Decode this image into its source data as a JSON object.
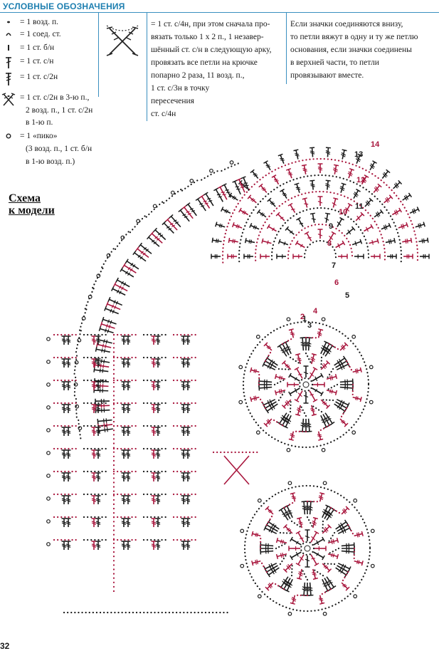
{
  "legend": {
    "title": "УСЛОВНЫЕ ОБОЗНАЧЕНИЯ",
    "items": [
      {
        "icon": "chain-stitch-icon",
        "label": "= 1 возд. п."
      },
      {
        "icon": "slip-stitch-icon",
        "label": "= 1 соед. ст."
      },
      {
        "icon": "single-crochet-icon",
        "label": "= 1 ст. б/н"
      },
      {
        "icon": "double-crochet-icon",
        "label": "= 1 ст. с/н"
      },
      {
        "icon": "treble-crochet-icon",
        "label": "= 1 ст. с/2н"
      }
    ],
    "cluster": {
      "icon": "treble-cluster-icon",
      "lines": [
        "= 1 ст. с/2н в 3-ю п.,",
        "2 возд. п., 1 ст. с/2н",
        "в 1-ю п."
      ]
    },
    "picot": {
      "icon": "picot-icon",
      "lines": [
        "= 1 «пико»",
        "(3 возд. п., 1 ст. б/н",
        "в 1-ю возд. п.)"
      ]
    },
    "crossed": {
      "icon": "crossed-treble-icon",
      "lines": [
        "= 1 ст. с/4н, при этом сначала про-",
        "вязать только 1 х 2 п., 1 незавер-",
        "шённый ст. с/н в следующую арку,",
        "провязать все петли на крючке",
        "попарно 2 раза, 11 возд. п.,",
        "1 ст. с/3н в точку",
        "пересечения",
        "ст. с/4н"
      ]
    },
    "note": {
      "lines": [
        "Если значки соединяются внизу,",
        "то петли вяжут в одну и ту же петлю",
        "основания, если значки соединены",
        "в верхней части, то петли",
        "провязывают вместе."
      ]
    }
  },
  "scheme": {
    "title_lines": [
      "Схема",
      "к модели"
    ],
    "row_numbers": [
      "1",
      "2",
      "3",
      "4",
      "5",
      "6",
      "7",
      "8",
      "9",
      "10",
      "11",
      "12",
      "13",
      "14"
    ]
  },
  "page_number": "32",
  "colors": {
    "accent": "#1e7fb0",
    "black_ink": "#1a1a1a",
    "red_ink": "#a8153c"
  }
}
